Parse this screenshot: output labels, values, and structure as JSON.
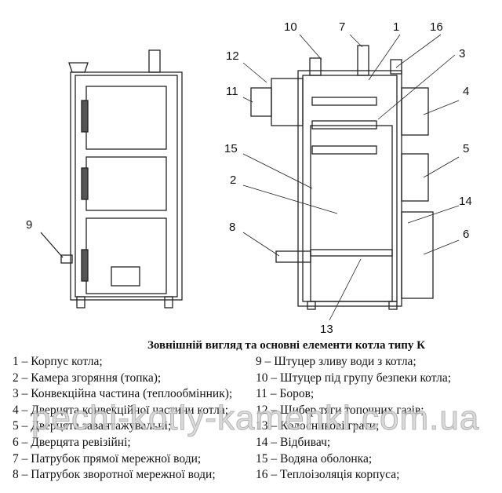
{
  "callouts": {
    "n1": "1",
    "n2": "2",
    "n3": "3",
    "n4": "4",
    "n5": "5",
    "n6": "6",
    "n7": "7",
    "n8": "8",
    "n9": "9",
    "n10": "10",
    "n11": "11",
    "n12": "12",
    "n13": "13",
    "n14": "14",
    "n15": "15",
    "n16": "16"
  },
  "caption": "Зовнішній вигляд та основні елементи котла типу К",
  "legend_left": [
    "1 – Корпус котла;",
    "2 – Камера згоряння (топка);",
    "3 – Конвекційна частина (теплообмінник);",
    "4 – Дверцята конвекційної частини котла;",
    "5 – Дверцята завантажувальні;",
    "6 – Дверцята ревізійні;",
    "7 – Патрубок прямої мережної води;",
    "8 – Патрубок зворотної мережної води;"
  ],
  "legend_right": [
    "9 – Штуцер зливу води з котла;",
    "10 – Штуцер під групу безпеки котла;",
    "11 – Боров;",
    "12 – Шибер тяги топочних газів;",
    "13 – Колосникові грати;",
    "14 – Відбивач;",
    "15 – Водяна оболонка;",
    "16 – Теплоізоляція корпуса;"
  ],
  "watermark": "pechi-kotly-kamenki.com.ua"
}
